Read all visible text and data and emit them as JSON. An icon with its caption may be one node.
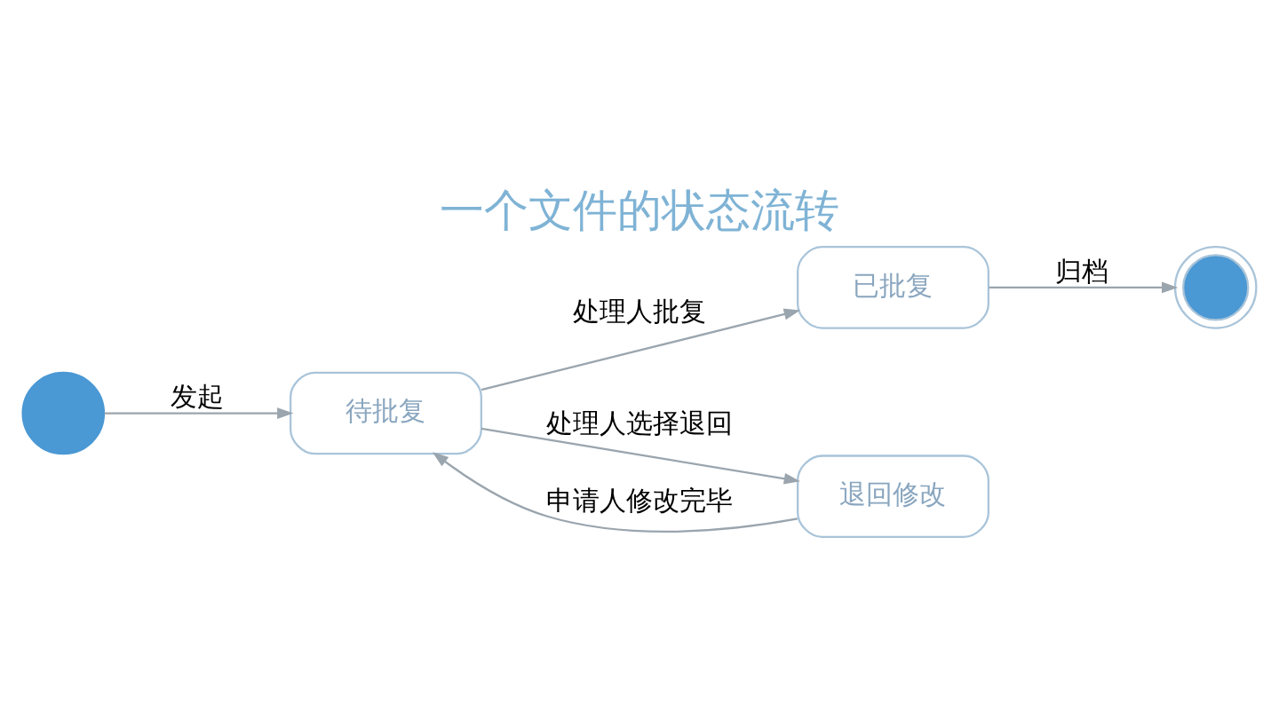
{
  "diagram": {
    "title": "一个文件的状态流转",
    "nodes": [
      {
        "text": [
          "已批复"
        ]
      },
      {
        "text": [],
        "shape": "doublecircle"
      },
      {
        "text": [
          "待批复"
        ]
      },
      {
        "text": [
          "退回修改"
        ]
      },
      {
        "text": [],
        "shape": "circle"
      }
    ],
    "edges": [
      {
        "from": 4,
        "to": 2,
        "label": "发起",
        "arrow": "to"
      },
      {
        "from": 2,
        "to": 0,
        "label": "处理人批复",
        "arrow": "to"
      },
      {
        "from": 0,
        "to": 1,
        "label": "归档",
        "arrow": "to"
      },
      {
        "from": 2,
        "to": 3,
        "label": "处理人选择退回",
        "arrow": "to"
      },
      {
        "from": 3,
        "to": 2,
        "label": "申请人修改完毕",
        "arrow": "to"
      }
    ]
  }
}
